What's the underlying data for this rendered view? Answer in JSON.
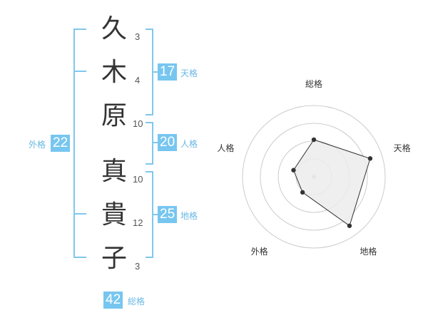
{
  "name_chars": [
    {
      "char": "久",
      "strokes": "3"
    },
    {
      "char": "木",
      "strokes": "4"
    },
    {
      "char": "原",
      "strokes": "10"
    },
    {
      "char": "真",
      "strokes": "10"
    },
    {
      "char": "貴",
      "strokes": "12"
    },
    {
      "char": "子",
      "strokes": "3"
    }
  ],
  "scores": {
    "tenkaku": {
      "label": "天格",
      "value": "17"
    },
    "jinkaku": {
      "label": "人格",
      "value": "20"
    },
    "chikaku": {
      "label": "地格",
      "value": "25"
    },
    "gaikaku": {
      "label": "外格",
      "value": "22"
    },
    "soukaku": {
      "label": "総格",
      "value": "42"
    }
  },
  "chart_data": {
    "type": "radar",
    "axes": [
      "総格",
      "天格",
      "地格",
      "外格",
      "人格"
    ],
    "values": [
      0.52,
      0.83,
      0.85,
      0.27,
      0.3
    ],
    "rings": 4,
    "colors": {
      "fill": "#ececec",
      "stroke": "#333333",
      "ring": "#cccccc",
      "center": "#bbbbbb",
      "accent": "#77c6f0"
    }
  }
}
